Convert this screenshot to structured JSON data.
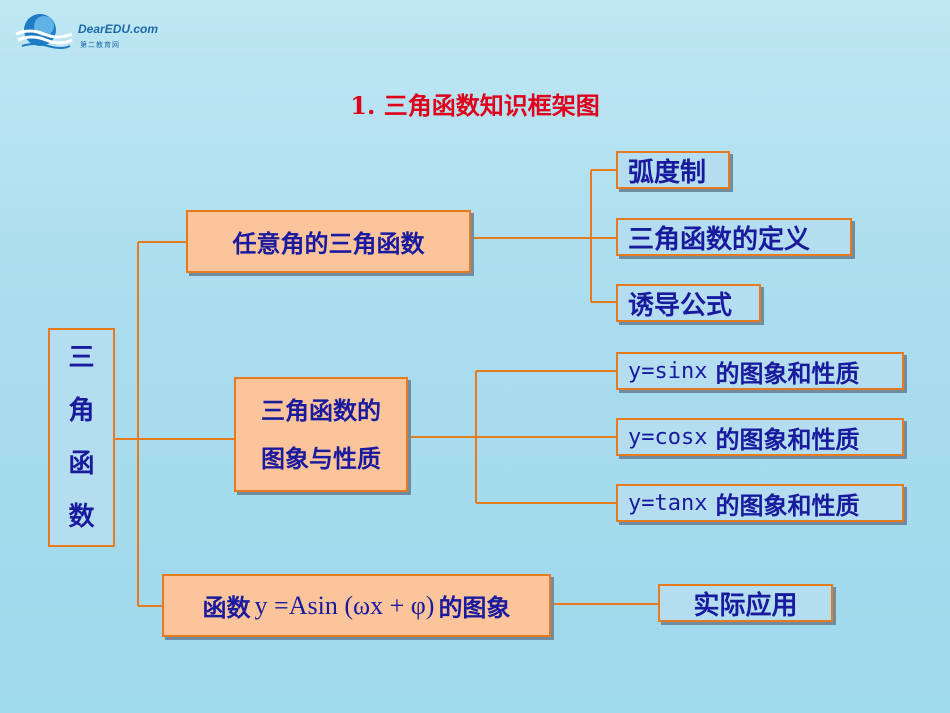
{
  "logo": {
    "name": "DearEDU.com",
    "subtitle": "第二教育网"
  },
  "title": "1. 三角函数知识框架图",
  "root": {
    "chars": [
      "三",
      "角",
      "函",
      "数"
    ]
  },
  "branch1": {
    "label": "任意角的三角函数",
    "children": [
      "弧度制",
      "三角函数的定义",
      "诱导公式"
    ]
  },
  "branch2": {
    "line1": "三角函数的",
    "line2": "图象与性质",
    "children": [
      {
        "func": "y=sinx",
        "suffix": "的图象和性质"
      },
      {
        "func": "y=cosx",
        "suffix": "的图象和性质"
      },
      {
        "func": "y=tanx",
        "suffix": "的图象和性质"
      }
    ]
  },
  "branch3": {
    "prefix": "函数",
    "formula": "y =Asin (ωx + φ)",
    "suffix": "的图象",
    "child": "实际应用"
  },
  "colors": {
    "line": "#e67a1e",
    "title": "#e0001b",
    "text": "#1a1a9e",
    "orange_fill": "#fbc49b",
    "blue_fill": "#b4def0"
  }
}
